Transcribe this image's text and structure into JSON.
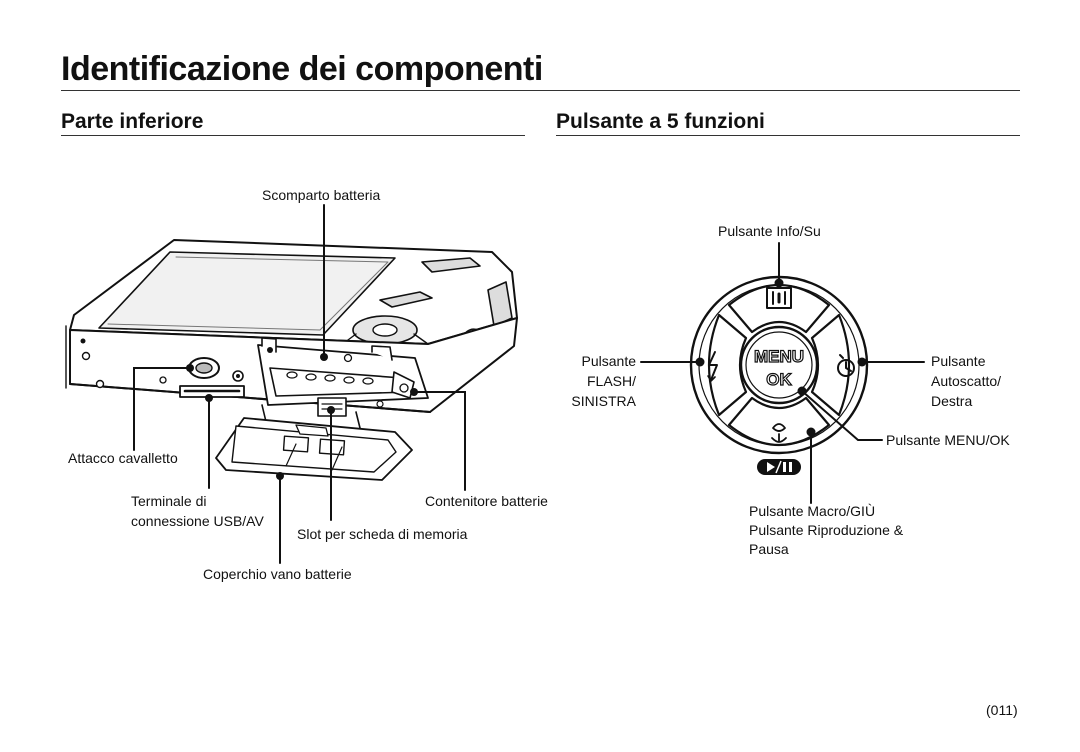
{
  "page_title": "Identificazione dei componenti",
  "sections": {
    "bottom": {
      "title": "Parte inferiore",
      "labels": {
        "battery_compartment": "Scomparto batteria",
        "tripod_mount": "Attacco cavalletto",
        "usb_av_terminal": [
          "Terminale di",
          "connessione USB/AV"
        ],
        "battery_holder": "Contenitore batterie",
        "memory_card_slot": "Slot per scheda di memoria",
        "battery_cover": "Coperchio vano batterie"
      }
    },
    "five_function_button": {
      "title": "Pulsante a 5 funzioni",
      "labels": {
        "info_up": "Pulsante Info/Su",
        "flash_left": [
          "Pulsante",
          "FLASH/",
          "SINISTRA"
        ],
        "self_timer_right": [
          "Pulsante",
          "Autoscatto/",
          "Destra"
        ],
        "menu_ok": "Pulsante MENU/OK",
        "macro_down": [
          "Pulsante Macro/GIÙ",
          "Pulsante Riproduzione &",
          "Pausa"
        ]
      },
      "button_glyphs": {
        "menu": "MENU",
        "ok": "OK"
      }
    }
  },
  "page_number": "(011)"
}
